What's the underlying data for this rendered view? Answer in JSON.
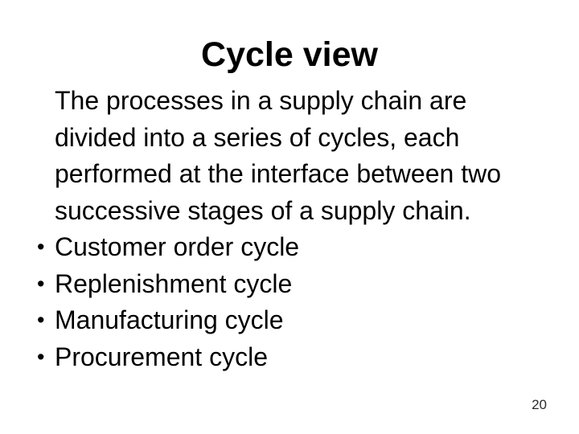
{
  "slide": {
    "title": "Cycle view",
    "paragraph": "The processes in a supply chain are divided into a series of cycles, each performed at the interface between two successive stages of a supply chain.",
    "bullet_char": "•",
    "bullets": [
      "Customer order cycle",
      "Replenishment cycle",
      "Manufacturing cycle",
      "Procurement cycle"
    ],
    "page_number": "20",
    "colors": {
      "background": "#ffffff",
      "text": "#000000",
      "page_number": "#2b2b2b"
    }
  }
}
